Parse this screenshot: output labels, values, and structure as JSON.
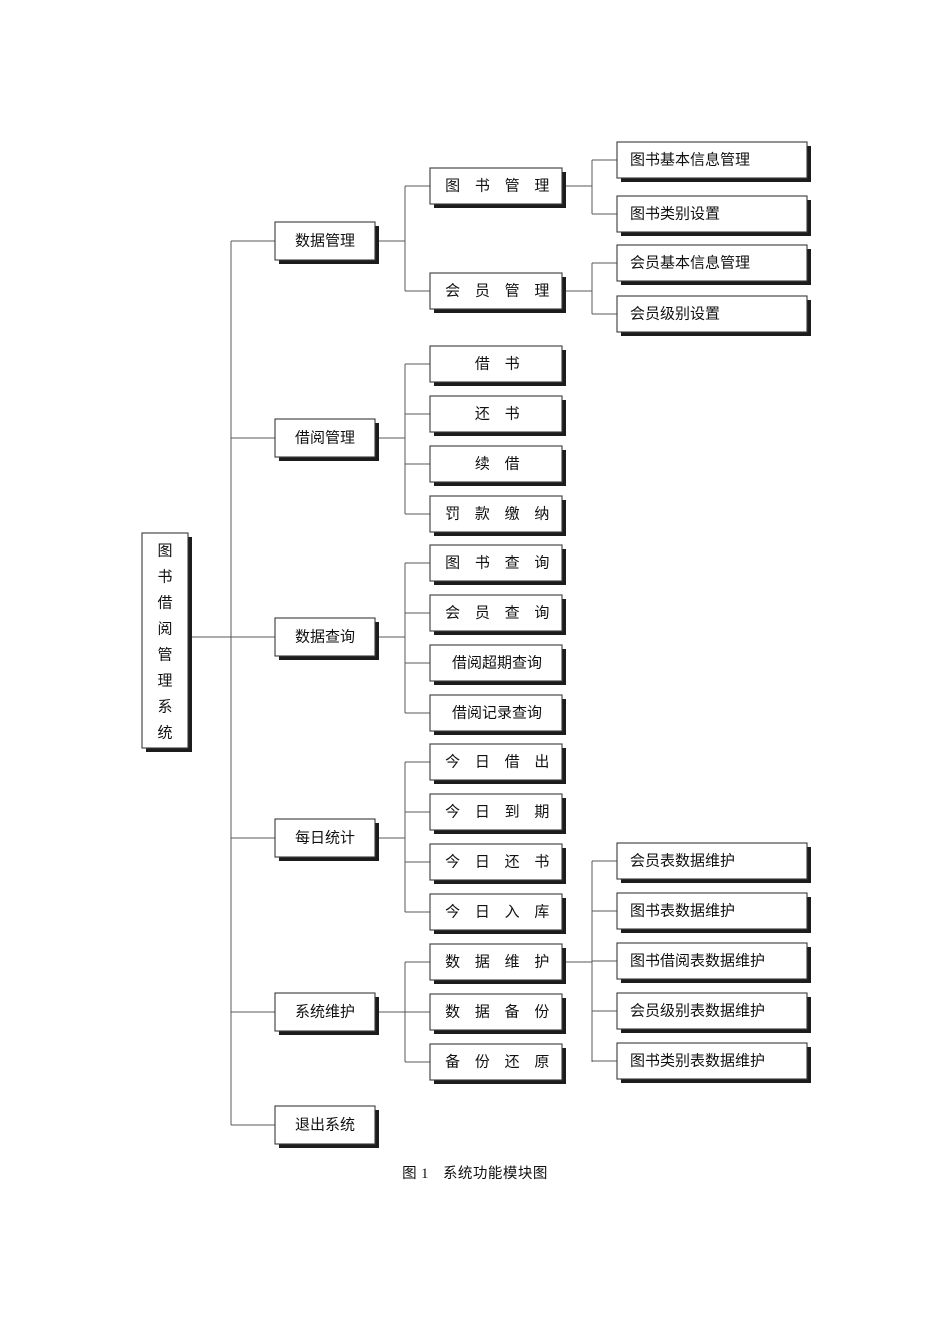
{
  "figure": {
    "caption_number": "图 1",
    "caption_title": "系统功能模块图",
    "caption_full": "图 1　系统功能模块图"
  },
  "root": {
    "label": "图书借阅管理系统",
    "chars": [
      "图",
      "书",
      "借",
      "阅",
      "管",
      "理",
      "系",
      "统"
    ],
    "orientation": "vertical"
  },
  "level2": [
    {
      "label": "数据管理"
    },
    {
      "label": "借阅管理"
    },
    {
      "label": "数据查询"
    },
    {
      "label": "每日统计"
    },
    {
      "label": "系统维护"
    },
    {
      "label": "退出系统"
    }
  ],
  "level3": {
    "data_management": [
      {
        "label": "图 书  管 理"
      },
      {
        "label": "会 员  管 理"
      }
    ],
    "borrow_management": [
      {
        "label": "借        书"
      },
      {
        "label": "还        书"
      },
      {
        "label": "续        借"
      },
      {
        "label": "罚 款  缴 纳"
      }
    ],
    "data_query": [
      {
        "label": "图 书  查 询"
      },
      {
        "label": "会 员  查 询"
      },
      {
        "label": "借阅超期查询"
      },
      {
        "label": "借阅记录查询"
      }
    ],
    "daily_statistics": [
      {
        "label": "今 日  借 出"
      },
      {
        "label": "今 日  到 期"
      },
      {
        "label": "今 日  还 书"
      },
      {
        "label": "今 日  入 库"
      }
    ],
    "system_maintenance": [
      {
        "label": "数 据  维 护"
      },
      {
        "label": "数 据  备 份"
      },
      {
        "label": "备 份  还 原"
      }
    ]
  },
  "level4": {
    "book_management": [
      {
        "label": "图书基本信息管理"
      },
      {
        "label": "图书类别设置"
      }
    ],
    "member_management": [
      {
        "label": "会员基本信息管理"
      },
      {
        "label": "会员级别设置"
      }
    ],
    "data_maintenance": [
      {
        "label": "会员表数据维护"
      },
      {
        "label": "图书表数据维护"
      },
      {
        "label": "图书借阅表数据维护"
      },
      {
        "label": "会员级别表数据维护"
      },
      {
        "label": "图书类别表数据维护"
      }
    ]
  },
  "colors": {
    "box_border": "#3a3a3a",
    "box_shadow": "#1c1c1c",
    "connector": "#58595b",
    "text": "#111111",
    "background": "#ffffff"
  }
}
